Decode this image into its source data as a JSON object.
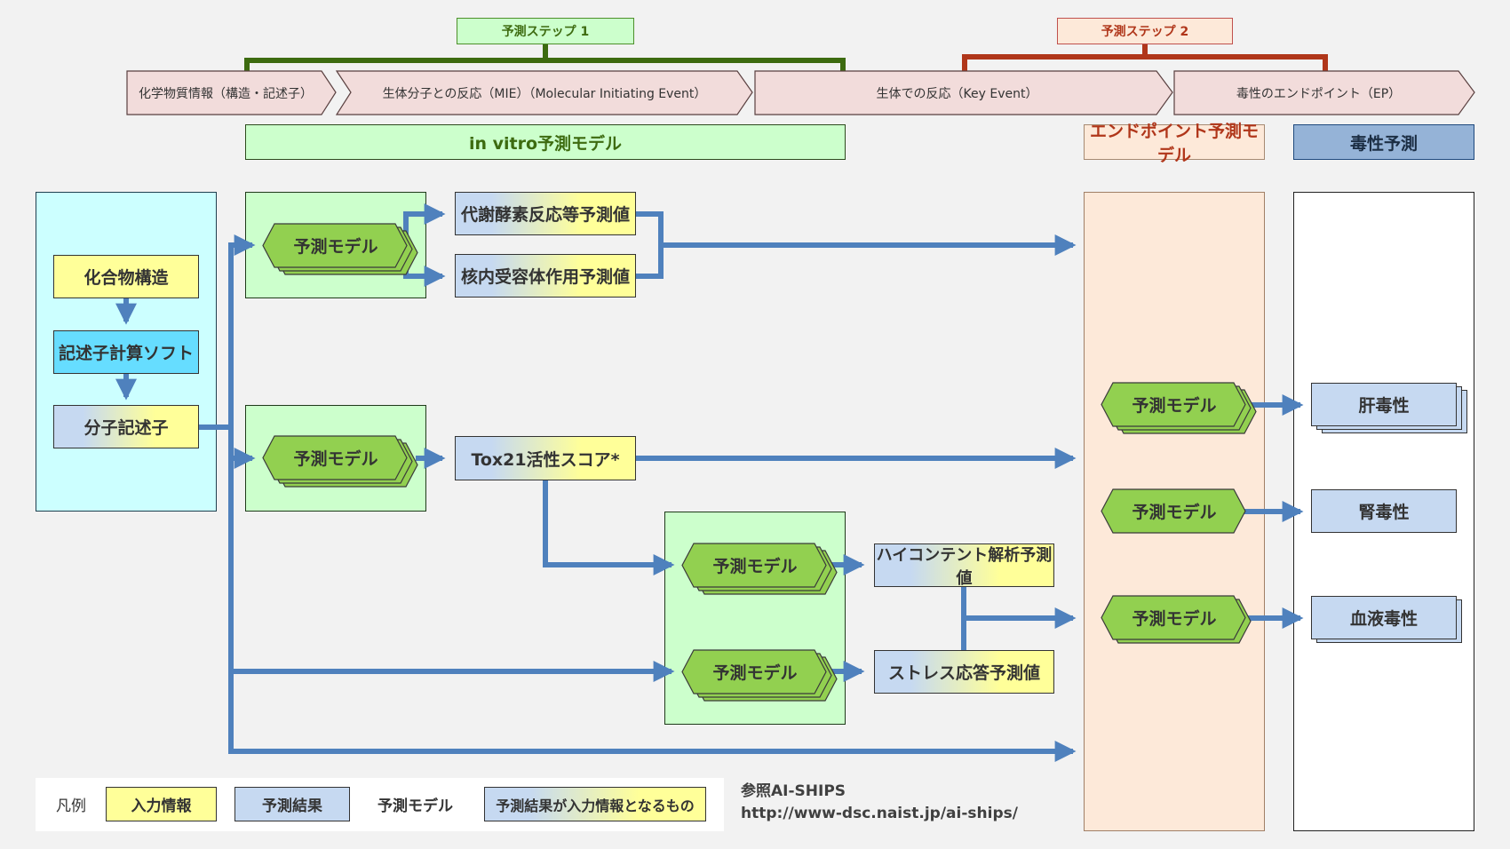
{
  "header": {
    "step1_label": "予測ステップ 1",
    "step2_label": "予測ステップ 2",
    "stages": [
      {
        "label": "化学物質情報（構造・記述子）"
      },
      {
        "label": "生体分子との反応（MIE）（Molecular Initiating Event）"
      },
      {
        "label": "生体での反応（Key Event）"
      },
      {
        "label": "毒性のエンドポイント（EP）"
      }
    ],
    "invitro_label": "in vitro予測モデル",
    "endpoint_model_label": "エンドポイント予測モデル",
    "toxicity_label": "毒性予測"
  },
  "input_column": {
    "compound_structure": "化合物構造",
    "descriptor_software": "記述子計算ソフト",
    "molecular_descriptor": "分子記述子"
  },
  "model_label": "予測モデル",
  "results": {
    "metabolic": "代謝酵素反応等予測値",
    "nuclear_receptor": "核内受容体作用予測値",
    "tox21": "Tox21活性スコア*",
    "high_content": "ハイコンテント解析予測値",
    "stress_response": "ストレス応答予測値"
  },
  "toxicity": {
    "liver": "肝毒性",
    "kidney": "腎毒性",
    "blood": "血液毒性"
  },
  "legend": {
    "title": "凡例",
    "input": "入力情報",
    "result": "予測結果",
    "model": "予測モデル",
    "result_as_input": "予測結果が入力情報となるもの"
  },
  "reference": {
    "label": "参照AI-SHIPS",
    "url": "http://www-dsc.naist.jp/ai-ships/"
  },
  "colors": {
    "arrow": "#4f81bd",
    "step1": "#3d6b10",
    "step2": "#b0361a",
    "model_fill": "#92d050",
    "input_fill": "#ffff99",
    "result_fill": "#c6d9f1"
  }
}
